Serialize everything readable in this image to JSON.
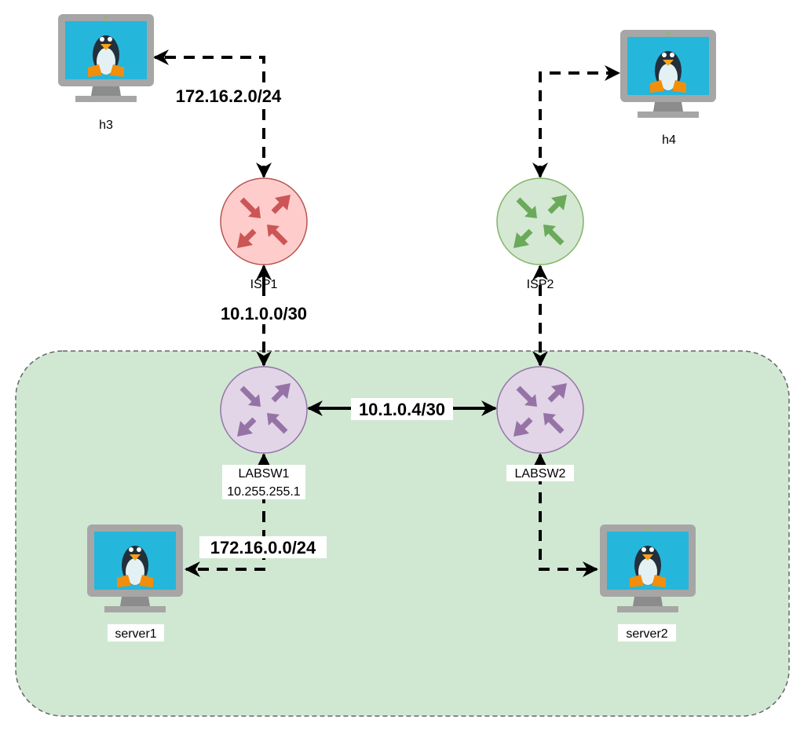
{
  "nodes": {
    "h3": {
      "label": "h3",
      "icon": "linux-host-icon"
    },
    "h4": {
      "label": "h4",
      "icon": "linux-host-icon"
    },
    "isp1": {
      "label": "ISP1",
      "icon": "router-icon",
      "fill": "#ffcccc",
      "stroke": "#b85450",
      "arrow": "#cc5555"
    },
    "isp2": {
      "label": "ISP2",
      "icon": "router-icon",
      "fill": "#d5e8d4",
      "stroke": "#82b366",
      "arrow": "#6aaa5a"
    },
    "labsw1": {
      "label": "LABSW1",
      "sublabel": "10.255.255.1",
      "icon": "router-icon",
      "fill": "#e1d5e7",
      "stroke": "#9673a6",
      "arrow": "#9673a6"
    },
    "labsw2": {
      "label": "LABSW2",
      "icon": "router-icon",
      "fill": "#e1d5e7",
      "stroke": "#9673a6",
      "arrow": "#9673a6"
    },
    "server1": {
      "label": "server1",
      "icon": "linux-host-icon"
    },
    "server2": {
      "label": "server2",
      "icon": "linux-host-icon"
    }
  },
  "links": {
    "h3_isp1": "172.16.2.0/24",
    "isp1_labsw1": "10.1.0.0/30",
    "labsw1_labsw2": "10.1.0.4/30",
    "labsw1_server1": "172.16.0.0/24"
  },
  "lab_zone": {
    "fill": "#d0e8d2",
    "stroke": "#666666"
  }
}
